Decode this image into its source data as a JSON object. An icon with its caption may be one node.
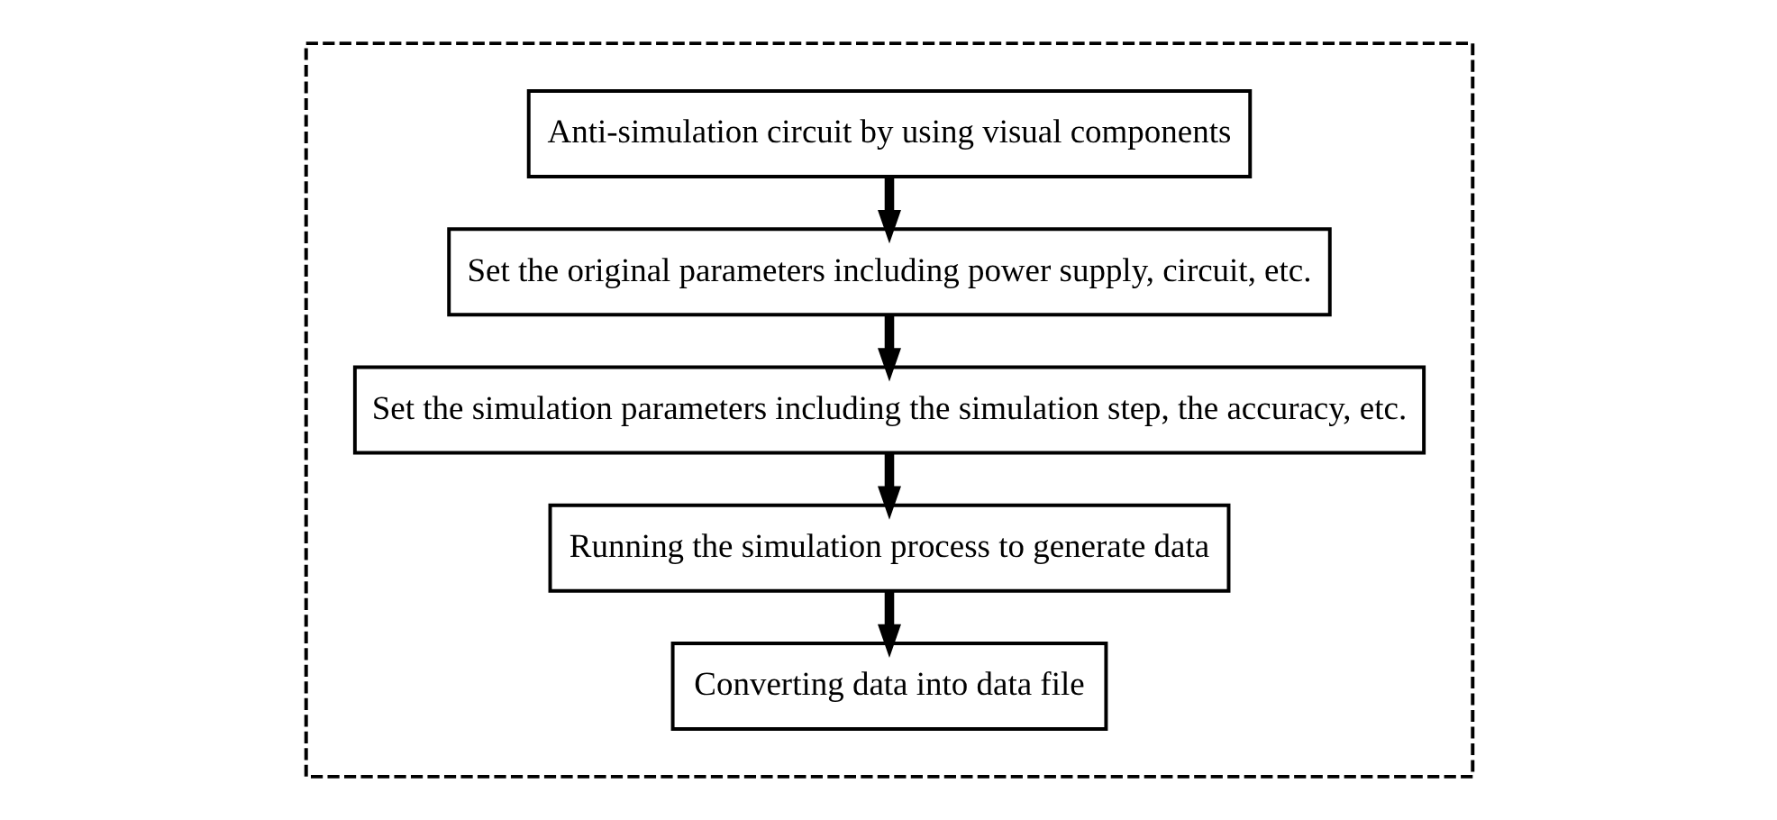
{
  "diagram": {
    "nodes": [
      {
        "text": [],
        "shape": "box"
      },
      {
        "text": [
          "Anti-simulation circuit by using visual components"
        ],
        "in": 0
      },
      {
        "text": [
          "Set the original parameters including power supply, circuit, etc."
        ],
        "in": 0
      },
      {
        "text": [
          "Set the simulation parameters including the simulation step, the accuracy, etc."
        ],
        "in": 0
      },
      {
        "text": [
          "Running the simulation process to generate data"
        ],
        "in": 0
      },
      {
        "text": [
          "Converting data into data file"
        ],
        "in": 0
      }
    ],
    "edges": [
      {
        "from": 1,
        "to": 2,
        "arrow": "to"
      },
      {
        "from": 2,
        "to": 3,
        "arrow": "to"
      },
      {
        "from": 3,
        "to": 4,
        "arrow": "to"
      },
      {
        "from": 4,
        "to": 5,
        "arrow": "to"
      }
    ]
  }
}
